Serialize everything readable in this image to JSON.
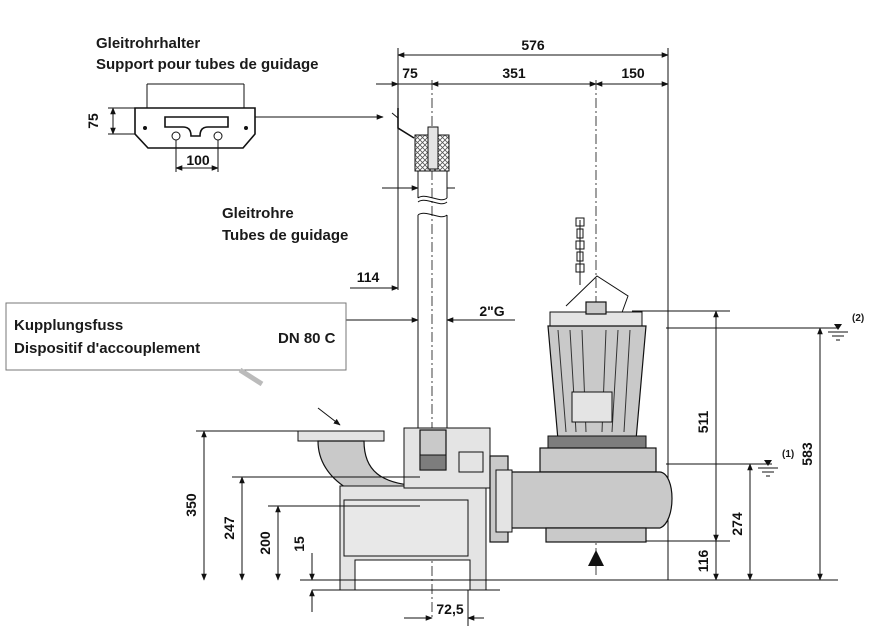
{
  "labels": {
    "rail_holder_de": "Gleitrohrhalter",
    "rail_holder_fr": "Support pour tubes de guidage",
    "guide_tubes_de": "Gleitrohre",
    "guide_tubes_fr": "Tubes de guidage",
    "coupling_de": "Kupplungsfuss",
    "coupling_fr": "Dispositif d'accouplement",
    "coupling_size": "DN 80 C",
    "level_1": "(1)",
    "level_2": "(2)"
  },
  "dimensions": {
    "overall_width": "576",
    "offset_75_top": "75",
    "offset_351": "351",
    "offset_150": "150",
    "holder_height_75": "75",
    "holder_spacing_100": "100",
    "tube_114": "114",
    "tube_thread": "2\"G",
    "height_511": "511",
    "height_583": "583",
    "height_274": "274",
    "height_116": "116",
    "height_350": "350",
    "height_247": "247",
    "height_200": "200",
    "height_15": "15",
    "base_72_5": "72,5"
  },
  "colors": {
    "line": "#111111",
    "body_fill": "#c9c9c9",
    "dark_fill": "#7d7d7d",
    "background": "#ffffff"
  }
}
